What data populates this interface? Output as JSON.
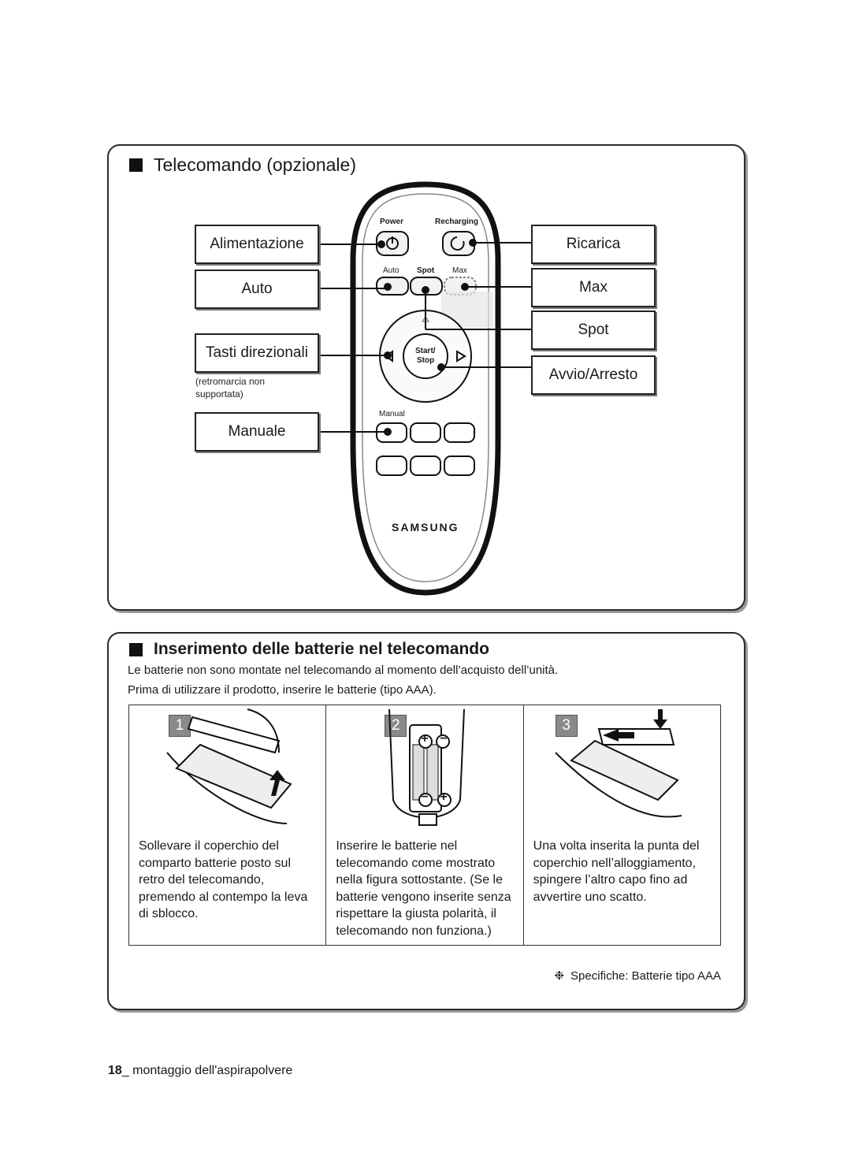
{
  "section1": {
    "title": "Telecomando (opzionale)",
    "labels": {
      "alimentazione": "Alimentazione",
      "auto": "Auto",
      "tasti": "Tasti direzionali",
      "tasti_note_1": "(retromarcia non",
      "tasti_note_2": "supportata)",
      "manuale": "Manuale",
      "ricarica": "Ricarica",
      "max": "Max",
      "spot": "Spot",
      "avvio": "Avvio/Arresto"
    },
    "remote": {
      "power": "Power",
      "recharging": "Recharging",
      "auto": "Auto",
      "spot": "Spot",
      "max": "Max",
      "start": "Start/",
      "stop": "Stop",
      "manual": "Manual",
      "brand": "SAMSUNG"
    }
  },
  "section2": {
    "title": "Inserimento delle batterie nel telecomando",
    "intro_1": "Le batterie non sono montate nel telecomando al momento dell’acquisto dell’unità.",
    "intro_2": "Prima di utilizzare il prodotto, inserire le batterie (tipo AAA).",
    "steps": [
      {
        "num": "1",
        "text": "Sollevare il coperchio del comparto batterie posto sul retro del telecomando, premendo al contempo la leva di sblocco."
      },
      {
        "num": "2",
        "text": "Inserire le batterie nel telecomando come mostrato nella figura sottostante. (Se le batterie vengono inserite senza rispettare la giusta polarità, il telecomando non funziona.)"
      },
      {
        "num": "3",
        "text": "Una volta inserita la punta del coperchio nell’alloggiamento, spingere l’altro capo fino ad avvertire uno scatto."
      }
    ],
    "spec_symbol": "❉",
    "spec": "Specifiche: Batterie tipo AAA"
  },
  "footer": {
    "page_number": "18",
    "text": "_ montaggio dell'aspirapolvere"
  }
}
